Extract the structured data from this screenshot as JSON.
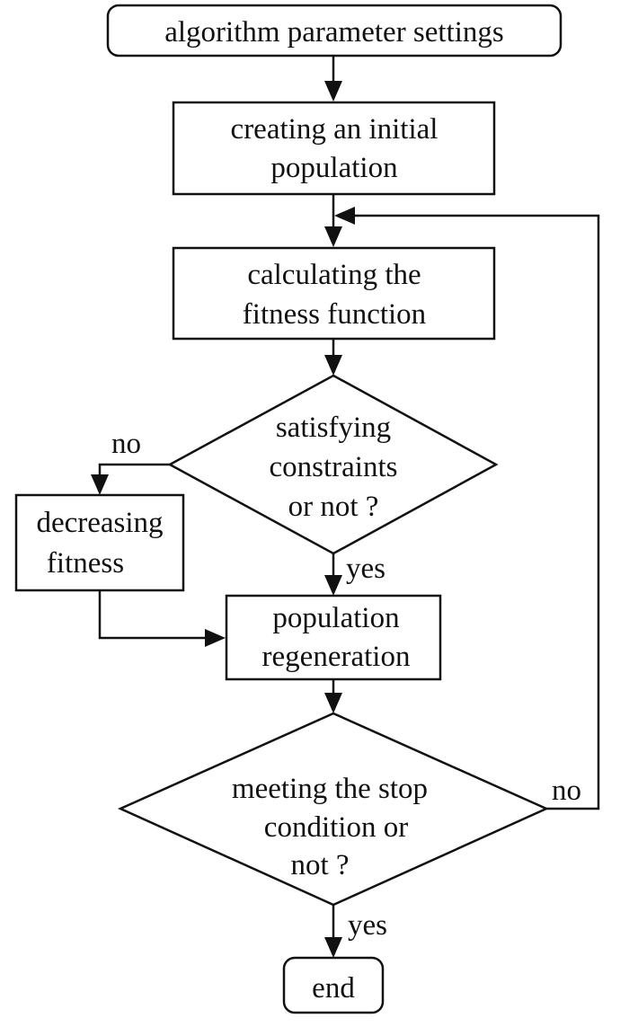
{
  "nodes": {
    "start": "algorithm parameter settings",
    "init": [
      "creating an initial",
      "population"
    ],
    "fitness": [
      "calculating the",
      "fitness function"
    ],
    "constraints": [
      "satisfying",
      "constraints",
      "or not ?"
    ],
    "decrease": [
      "decreasing",
      "fitness"
    ],
    "regen": [
      "population",
      "regeneration"
    ],
    "stop": [
      "meeting the stop",
      "condition or",
      "not ?"
    ],
    "end": "end"
  },
  "edges": {
    "constraints_no": "no",
    "constraints_yes": "yes",
    "stop_no": "no",
    "stop_yes": "yes"
  }
}
